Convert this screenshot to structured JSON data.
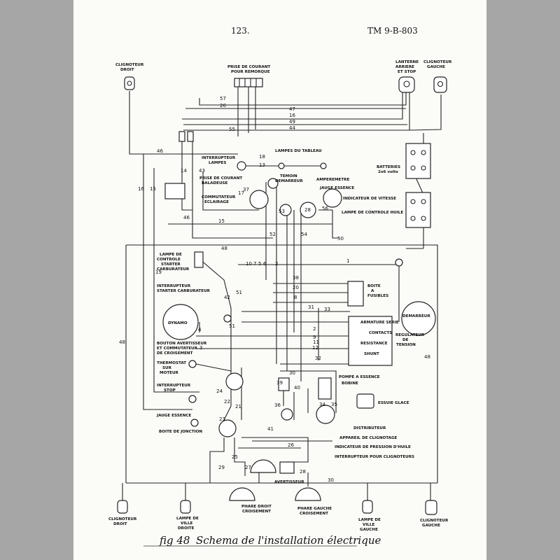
{
  "header": {
    "page_number": "123.",
    "doc_code": "TM 9-B-803"
  },
  "caption": {
    "fig": "fig 48",
    "text": "Schema de l'installation électrique"
  },
  "labels": {
    "clignoteur_droit_top": [
      "CLIGNOTEUR",
      "DROIT"
    ],
    "clignoteur_gauche_top": [
      "CLIGNOTEUR",
      "GAUCHE"
    ],
    "lanterne_arriere": [
      "LANTERNE",
      "ARRIERE",
      "ET STOP"
    ],
    "prise_remorque": [
      "PRISE DE COURANT",
      "POUR REMORQUE"
    ],
    "lampes_tableau": "LAMPES DU TABLEAU",
    "interrupteur_lampes": [
      "INTERRUPTEUR",
      "LAMPES"
    ],
    "prise_baladeuse": [
      "PRISE DE COURANT",
      "BALADEUSE"
    ],
    "commutateur_eclairage": [
      "COMMUTATEUR",
      "ECLAIRAGE"
    ],
    "temoin_demarreur": [
      "TEMOIN",
      "DEMARREUR"
    ],
    "amperemetre": "AMPEREMETRE",
    "jauge_essence_dash": "JAUGE ESSENCE",
    "indicateur_vitesse": "INDICATEUR DE VITESSE",
    "lampe_controle_huile": "LAMPE DE CONTROLE HUILE",
    "batteries": [
      "BATTERIES",
      "2x6 volts"
    ],
    "lampe_controle_starter": [
      "LAMPE DE",
      "CONTROLE",
      "STARTER",
      "CARBURATEUR"
    ],
    "interrupteur_starter": [
      "INTERRUPTEUR",
      "STARTER CARBURATEUR"
    ],
    "boite_fusibles": [
      "BOITE",
      "A",
      "FUSIBLES"
    ],
    "demarreur": "DEMARREUR",
    "dynamo": "DYNAMO",
    "regulateur_block": [
      "ARMATURE SERIE",
      "CONTACTS",
      "RESISTANCE",
      "SHUNT"
    ],
    "regulateur_tension": [
      "REGULATEUR",
      "DE",
      "TENSION"
    ],
    "bouton_avertisseur": [
      "BOUTON AVERTISSEUR",
      "ET COMMUTATEUR",
      "DE CROISEMENT"
    ],
    "thermostat": [
      "THERMOSTAT",
      "SUR",
      "MOTEUR"
    ],
    "interrupteur_stop": [
      "INTERRUPTEUR",
      "STOP"
    ],
    "jauge_essence_tank": "JAUGE ESSENCE",
    "pompe_essence": "POMPE A ESSENCE",
    "bobine": "BOBINE",
    "essuie_glace": "ESSUIE GLACE",
    "distributeur": "DISTRIBUTEUR",
    "appareil_clignotage": "APPAREIL DE CLIGNOTAGE",
    "indicateur_pression": "INDICATEUR DE PRESSION D'HUILE",
    "interrupteur_clignoteurs": "INTERRUPTEUR POUR CLIGNOTEURS",
    "boite_jonction": "BOITE DE JONCTION",
    "avertisseur": "AVERTISSEUR",
    "phare_droit": [
      "PHARE DROIT",
      "CROISEMENT"
    ],
    "phare_gauche": [
      "PHARE GAUCHE",
      "CROISEMENT"
    ],
    "clignoteur_droit_bot": [
      "CLIGNOTEUR",
      "DROIT"
    ],
    "lampe_ville_droite": [
      "LAMPE DE",
      "VILLE",
      "DROITE"
    ],
    "lampe_ville_gauche": [
      "LAMPE DE",
      "VILLE",
      "GAUCHE"
    ],
    "clignoteur_gauche_bot": [
      "CLIGNOTEUR",
      "GAUCHE"
    ]
  },
  "wire_numbers": {
    "w57": "57",
    "w26": "26",
    "w55": "55",
    "w47": "47",
    "w16a": "16",
    "w49": "49",
    "w44": "44",
    "w46a": "46",
    "w18": "18",
    "w13": "13",
    "w14": "14",
    "w43": "43",
    "w16b": "16",
    "w15a": "15",
    "w37": "37",
    "w17": "17",
    "w53": "53",
    "w28": "28",
    "w56": "56",
    "w46b": "46",
    "w15b": "15",
    "w52": "52",
    "w54": "54",
    "w50": "50",
    "w48a": "48",
    "w19": "19",
    "w10": "10",
    "w7": "7",
    "w5": "5",
    "w6": "6",
    "w2a": "2",
    "w1": "1",
    "w38": "38",
    "w20": "20",
    "w8": "8",
    "w42": "42",
    "w51a": "51",
    "w51b": "51",
    "w31": "31",
    "w33": "33",
    "w4": "4",
    "w3": "3",
    "w2b": "2",
    "w9": "9",
    "w11": "11",
    "w12": "12",
    "w32": "32",
    "w30a": "30",
    "w39": "39",
    "w40": "40",
    "w34": "34",
    "w35": "35",
    "w36": "36",
    "w48b": "48",
    "w48c": "48",
    "w24": "24",
    "w21": "21",
    "w22": "22",
    "w23": "23",
    "w41": "41",
    "w26b": "26",
    "w25": "25",
    "w29": "29",
    "w27": "27",
    "w28b": "28",
    "w30b": "30"
  }
}
